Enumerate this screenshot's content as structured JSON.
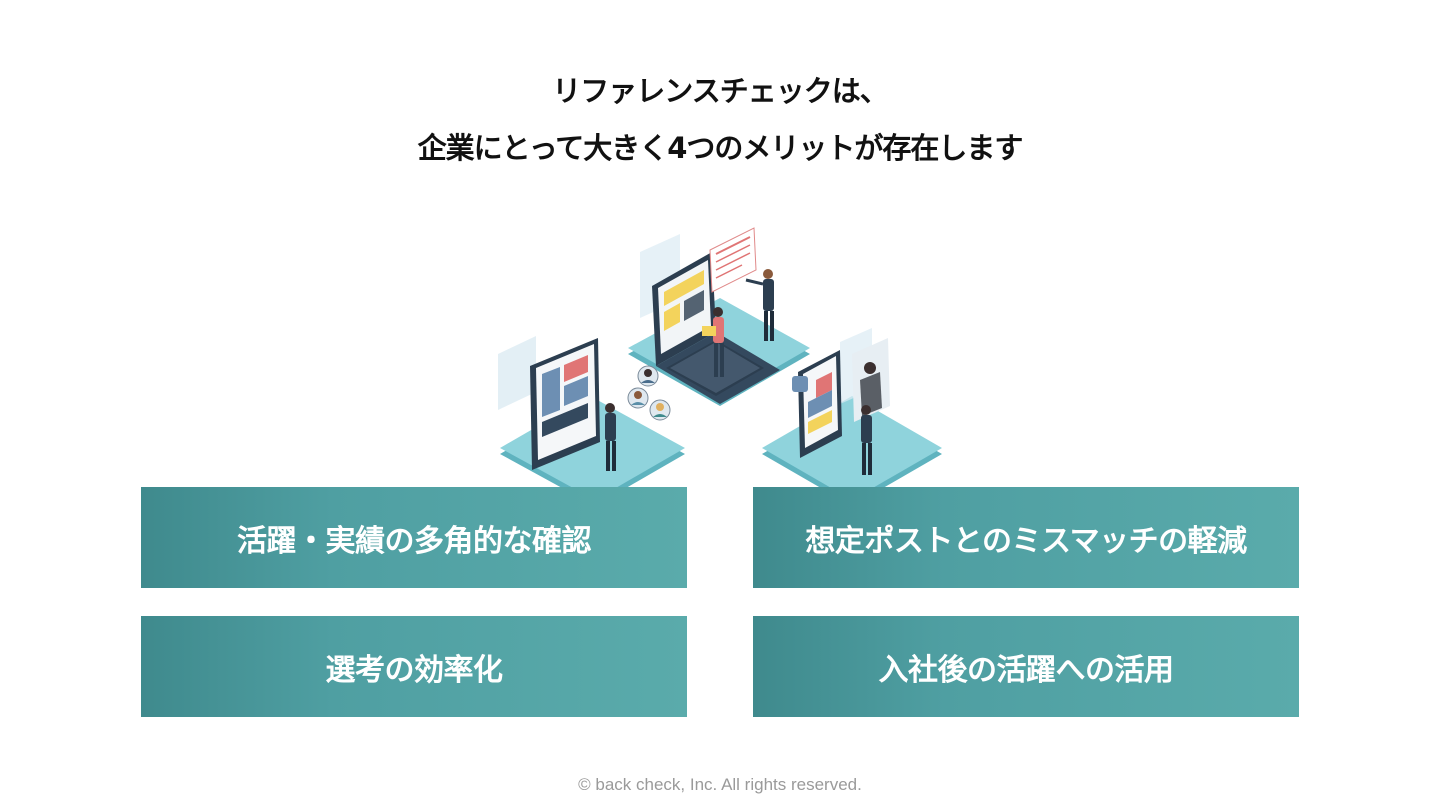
{
  "heading": {
    "line1": "リファレンスチェックは、",
    "line2": "企業にとって大きく4つのメリットが存在します"
  },
  "benefits": [
    {
      "label": "活躍・実績の多角的な確認"
    },
    {
      "label": "想定ポストとのミスマッチの軽減"
    },
    {
      "label": "選考の効率化"
    },
    {
      "label": "入社後の活躍への活用"
    }
  ],
  "footer": {
    "copyright": "© back check, Inc. All rights reserved."
  },
  "colors": {
    "card_dark": "#3f8a8d",
    "card_light": "#5aabab",
    "platform": "#79c9d3",
    "heading": "#111111",
    "footer": "#9a9a9a"
  }
}
